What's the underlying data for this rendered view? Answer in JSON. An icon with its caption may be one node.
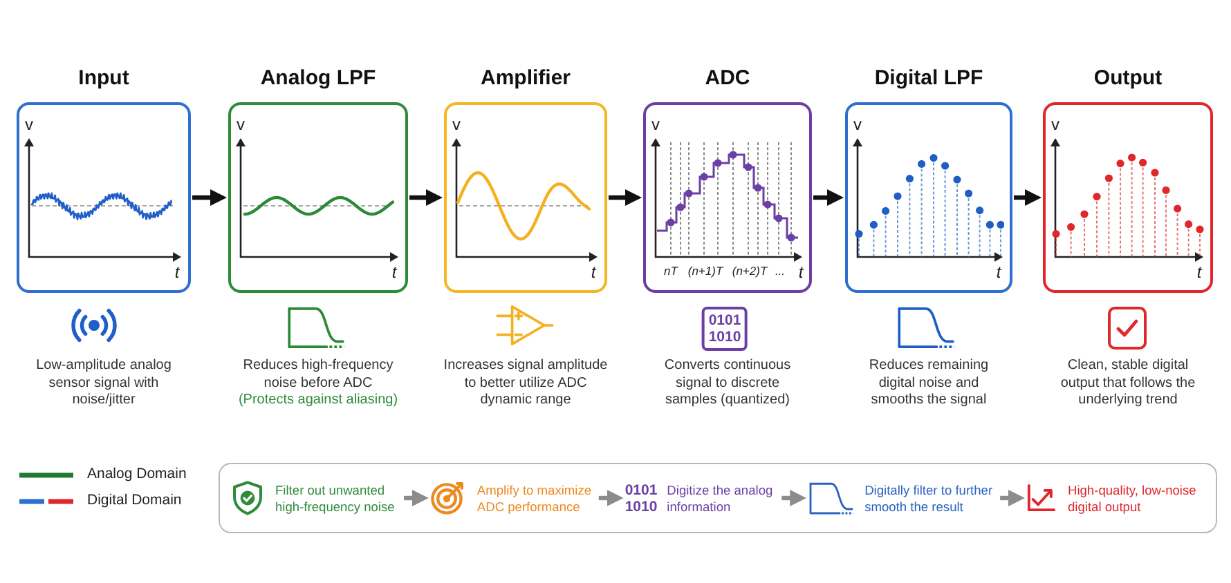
{
  "diagram": {
    "nodes": [
      {
        "text": [
          "Input"
        ],
        "beside": [
          "Low-amplitude analog sensor signal with noise/jitter"
        ]
      },
      {
        "text": [
          "Analog LPF"
        ],
        "beside": [
          "Reduces high-frequency noise before ADC",
          "(Protects against aliasing)"
        ]
      },
      {
        "text": [
          "Amplifier"
        ],
        "beside": [
          "Increases signal amplitude to better utilize ADC dynamic range"
        ]
      },
      {
        "text": [
          "ADC"
        ],
        "beside": [
          "Converts continuous signal to discrete samples (quantized)"
        ]
      },
      {
        "text": [
          "Digital LPF"
        ],
        "beside": [
          "Reduces remaining digital noise and smooths the signal"
        ]
      },
      {
        "text": [
          "Output"
        ],
        "beside": [
          "Clean, stable digital output that follows the underlying trend"
        ]
      },
      {
        "text": [],
        "shape": "box"
      },
      {
        "text": [
          "Filter out unwanted high-frequency noise"
        ],
        "in": 6
      },
      {
        "text": [
          "Amplify to maximize ADC performance"
        ],
        "in": 6
      },
      {
        "text": [
          "0101 1010",
          "Digitize the analog information"
        ],
        "in": 6
      },
      {
        "text": [
          "Digitally filter to further smooth the result"
        ],
        "in": 6
      },
      {
        "text": [
          "High-quality, low-noise digital output"
        ],
        "in": 6
      }
    ],
    "edges": [
      {
        "from": 0,
        "to": 1,
        "arrow": "to"
      },
      {
        "from": 1,
        "to": 2,
        "arrow": "to"
      },
      {
        "from": 2,
        "to": 3,
        "arrow": "to"
      },
      {
        "from": 3,
        "to": 4,
        "arrow": "to"
      },
      {
        "from": 4,
        "to": 5,
        "arrow": "to"
      },
      {
        "from": 7,
        "to": 8,
        "arrow": "to",
        "color": "#8c8c8c"
      },
      {
        "from": 8,
        "to": 9,
        "arrow": "to",
        "color": "#8c8c8c"
      },
      {
        "from": 9,
        "to": 10,
        "arrow": "to",
        "color": "#8c8c8c"
      },
      {
        "from": 10,
        "to": 11,
        "arrow": "to",
        "color": "#8c8c8c"
      }
    ],
    "labels": [
      "v",
      "t",
      "v",
      "t",
      "v",
      "t",
      "v",
      "nT",
      "(n+1)T",
      "(n+2)T",
      "...",
      "t",
      "v",
      "t",
      "v",
      "t",
      "0101 1010"
    ],
    "legend": [
      {
        "text": "Analog Domain",
        "color": "#1e7b30"
      },
      {
        "text": "Digital Domain"
      }
    ]
  }
}
